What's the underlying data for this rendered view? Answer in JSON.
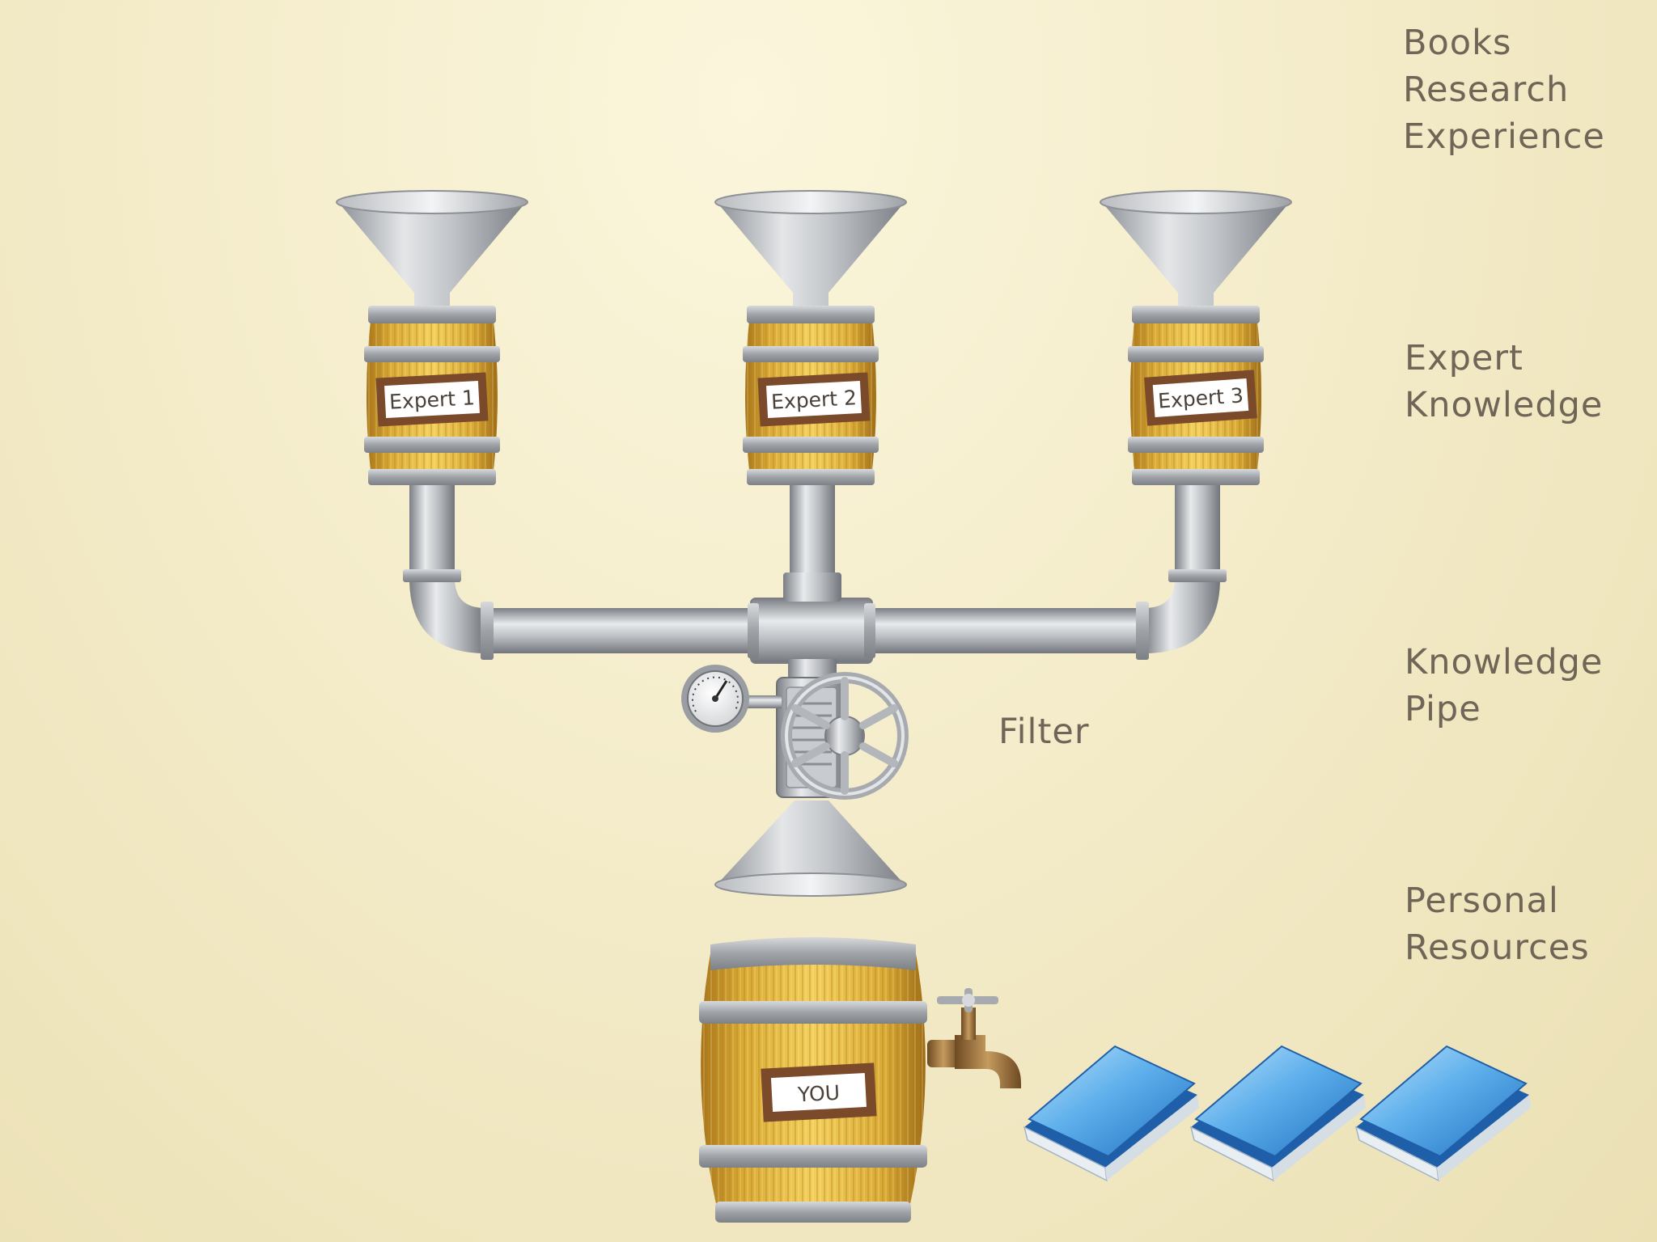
{
  "side_labels": {
    "sources": [
      "Books",
      "Research",
      "Experience"
    ],
    "expert_knowledge": [
      "Expert",
      "Knowledge"
    ],
    "knowledge_pipe": [
      "Knowledge",
      "Pipe"
    ],
    "personal_resources": [
      "Personal",
      "Resources"
    ]
  },
  "filter_label": "Filter",
  "barrels": {
    "expert1": "Expert 1",
    "expert2": "Expert 2",
    "expert3": "Expert 3",
    "you": "YOU"
  },
  "colors": {
    "wood": "#e6b93a",
    "wood_dark": "#b98318",
    "metal": "#a9adb2",
    "label_frame": "#7a4a2a",
    "book_blue": "#2f86d6",
    "text": "#6f6658"
  },
  "icons": [
    "funnel-icon",
    "barrel-icon",
    "pipe-icon",
    "pressure-gauge-icon",
    "valve-wheel-icon",
    "faucet-icon",
    "book-icon"
  ]
}
